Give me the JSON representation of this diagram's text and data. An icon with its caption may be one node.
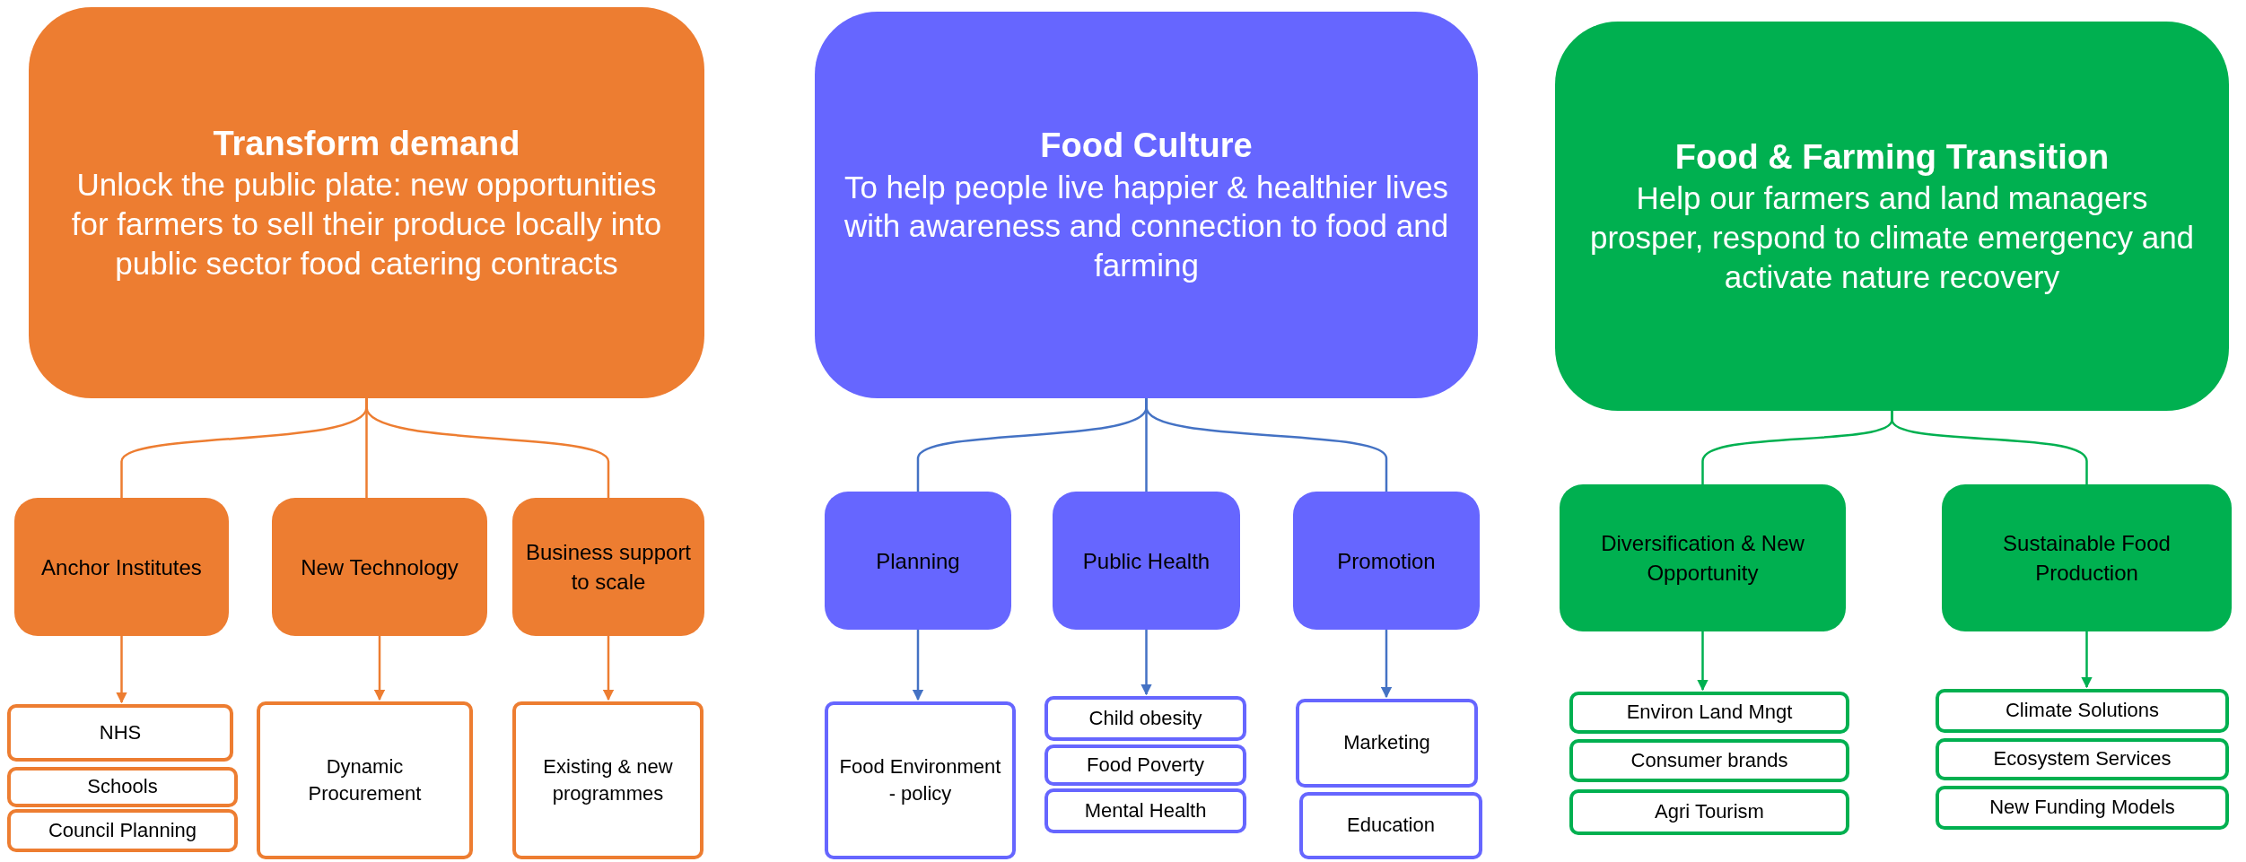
{
  "diagram": {
    "nodes": [
      {
        "text": [
          "Transform demand",
          "Unlock the public plate: new opportunities for farmers to sell their produce locally into public sector food catering contracts"
        ]
      },
      {
        "text": [
          "Anchor Institutes"
        ]
      },
      {
        "text": [
          "New Technology"
        ]
      },
      {
        "text": [
          "Business support to scale"
        ]
      },
      {
        "text": [
          "NHS"
        ]
      },
      {
        "text": [
          "Schools"
        ]
      },
      {
        "text": [
          "Council Planning"
        ]
      },
      {
        "text": [
          "Dynamic Procurement"
        ]
      },
      {
        "text": [
          "Existing & new programmes"
        ]
      },
      {
        "text": [
          "Food Culture",
          "To help people live happier & healthier lives with awareness and connection to food and farming"
        ]
      },
      {
        "text": [
          "Planning"
        ]
      },
      {
        "text": [
          "Public Health"
        ]
      },
      {
        "text": [
          "Promotion"
        ]
      },
      {
        "text": [
          "Food Environment - policy"
        ]
      },
      {
        "text": [
          "Child obesity"
        ]
      },
      {
        "text": [
          "Food Poverty"
        ]
      },
      {
        "text": [
          "Mental Health"
        ]
      },
      {
        "text": [
          "Marketing"
        ]
      },
      {
        "text": [
          "Education"
        ]
      },
      {
        "text": [
          "Food & Farming Transition",
          "Help our farmers and land managers prosper, respond to climate emergency and activate nature recovery"
        ]
      },
      {
        "text": [
          "Diversification & New Opportunity"
        ]
      },
      {
        "text": [
          "Sustainable Food Production"
        ]
      },
      {
        "text": [
          "Environ Land Mngt"
        ]
      },
      {
        "text": [
          "Consumer brands"
        ]
      },
      {
        "text": [
          "Agri Tourism"
        ]
      },
      {
        "text": [
          "Climate Solutions"
        ]
      },
      {
        "text": [
          "Ecosystem Services"
        ]
      },
      {
        "text": [
          "New Funding Models"
        ]
      }
    ],
    "edges": [
      {
        "from": 0,
        "to": 1,
        "arrow": "none",
        "color": "#ed7d31"
      },
      {
        "from": 0,
        "to": 2,
        "arrow": "none",
        "color": "#ed7d31"
      },
      {
        "from": 0,
        "to": 3,
        "arrow": "none",
        "color": "#ed7d31"
      },
      {
        "from": 1,
        "to": 4,
        "arrow": "to",
        "color": "#ed7d31"
      },
      {
        "from": 2,
        "to": 7,
        "arrow": "to",
        "color": "#ed7d31"
      },
      {
        "from": 3,
        "to": 8,
        "arrow": "to",
        "color": "#ed7d31"
      },
      {
        "from": 9,
        "to": 10,
        "arrow": "none",
        "color": "#4472c4"
      },
      {
        "from": 9,
        "to": 11,
        "arrow": "none",
        "color": "#4472c4"
      },
      {
        "from": 9,
        "to": 12,
        "arrow": "none",
        "color": "#4472c4"
      },
      {
        "from": 10,
        "to": 13,
        "arrow": "to",
        "color": "#4472c4"
      },
      {
        "from": 11,
        "to": 14,
        "arrow": "to",
        "color": "#4472c4"
      },
      {
        "from": 12,
        "to": 17,
        "arrow": "to",
        "color": "#4472c4"
      },
      {
        "from": 19,
        "to": 20,
        "arrow": "none",
        "color": "#00b050"
      },
      {
        "from": 19,
        "to": 21,
        "arrow": "none",
        "color": "#00b050"
      },
      {
        "from": 20,
        "to": 22,
        "arrow": "to",
        "color": "#00b050"
      },
      {
        "from": 21,
        "to": 25,
        "arrow": "to",
        "color": "#00b050"
      }
    ]
  }
}
